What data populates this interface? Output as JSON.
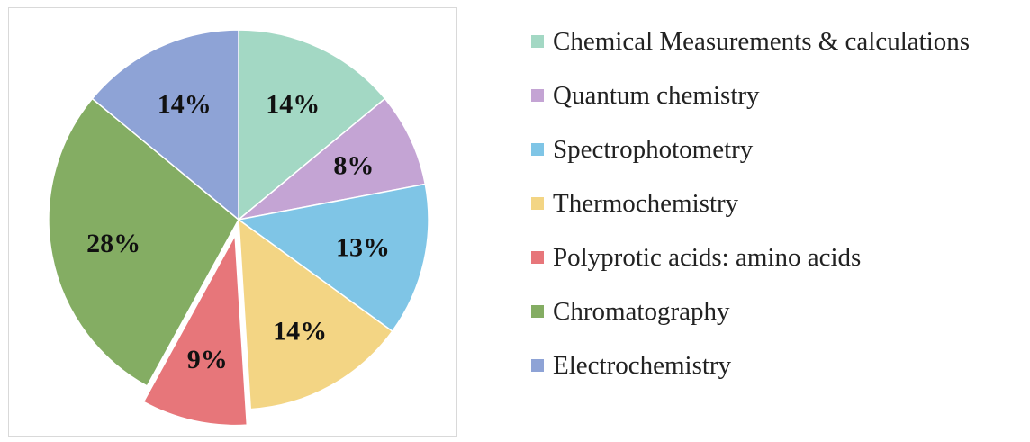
{
  "chart_data": {
    "type": "pie",
    "slices": [
      {
        "label": "Chemical Measurements & calculations",
        "value": 14,
        "display": "14%",
        "color": "#a3d8c4"
      },
      {
        "label": "Quantum chemistry",
        "value": 8,
        "display": "8%",
        "color": "#c4a4d4"
      },
      {
        "label": "Spectrophotometry",
        "value": 13,
        "display": "13%",
        "color": "#7fc5e6"
      },
      {
        "label": "Thermochemistry",
        "value": 14,
        "display": "14%",
        "color": "#f3d584"
      },
      {
        "label": "Polyprotic acids: amino acids",
        "value": 9,
        "display": "9%",
        "color": "#e7767a",
        "exploded": true
      },
      {
        "label": "Chromatography",
        "value": 28,
        "display": "28%",
        "color": "#84ad63"
      },
      {
        "label": "Electrochemistry",
        "value": 14,
        "display": "14%",
        "color": "#8ea3d6"
      }
    ],
    "start_angle_deg": 0,
    "direction": "clockwise",
    "legend_position": "right"
  }
}
